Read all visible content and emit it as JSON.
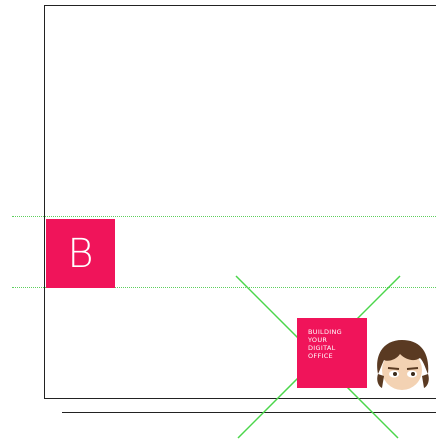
{
  "logo": {
    "letter": "B"
  },
  "tile": {
    "lines": [
      "BUILDING",
      "YOUR",
      "DIGITAL",
      "OFFICE"
    ]
  },
  "colors": {
    "brand": "#f0145a",
    "guide": "#5fcf5f",
    "cross": "#4bd64b",
    "frame": "#222222"
  },
  "icons": {
    "avatar": "cartoon-face-avatar",
    "cross": "x-mark"
  }
}
